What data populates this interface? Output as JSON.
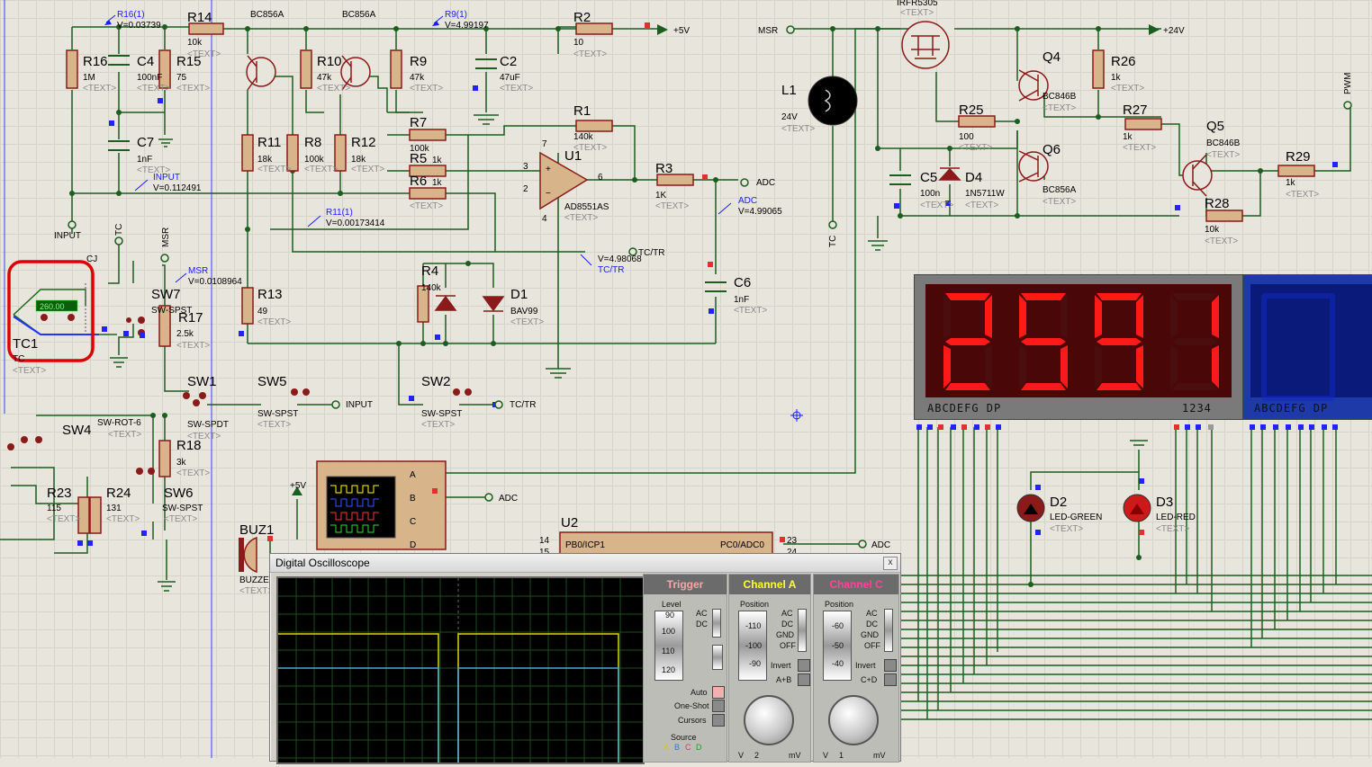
{
  "components": {
    "R16": {
      "ref": "R16",
      "value": "1M"
    },
    "C4": {
      "ref": "C4",
      "value": "100nF"
    },
    "R15": {
      "ref": "R15",
      "value": "75"
    },
    "R14": {
      "ref": "R14",
      "value": "10k"
    },
    "C7": {
      "ref": "C7",
      "value": "1nF"
    },
    "R11": {
      "ref": "R11",
      "value": "18k"
    },
    "R8": {
      "ref": "R8",
      "value": "100k"
    },
    "R10": {
      "ref": "R10",
      "value": "47k"
    },
    "R12": {
      "ref": "R12",
      "value": "18k"
    },
    "R9": {
      "ref": "R9",
      "value": "47k"
    },
    "C2": {
      "ref": "C2",
      "value": "47uF"
    },
    "R2": {
      "ref": "R2",
      "value": "10"
    },
    "R7": {
      "ref": "R7",
      "value": "100k"
    },
    "R5": {
      "ref": "R5",
      "value": "1k"
    },
    "R6": {
      "ref": "R6",
      "value": "1k"
    },
    "R1": {
      "ref": "R1",
      "value": "140k"
    },
    "U1": {
      "ref": "U1",
      "value": "AD8551AS"
    },
    "R3": {
      "ref": "R3",
      "value": "1K"
    },
    "C6": {
      "ref": "C6",
      "value": "1nF"
    },
    "R4": {
      "ref": "R4",
      "value": "140k"
    },
    "D1": {
      "ref": "D1",
      "value": "BAV99"
    },
    "R13": {
      "ref": "R13",
      "value": "49"
    },
    "R17": {
      "ref": "R17",
      "value": "2.5k"
    },
    "SW7": {
      "ref": "SW7",
      "value": "SW-SPST"
    },
    "SW1": {
      "ref": "SW1",
      "value": "SW-SPDT"
    },
    "SW5": {
      "ref": "SW5",
      "value": "SW-SPST"
    },
    "SW2": {
      "ref": "SW2",
      "value": "SW-SPST"
    },
    "SW4": {
      "ref": "SW4",
      "value": "SW-ROT-6"
    },
    "R18": {
      "ref": "R18",
      "value": "3k"
    },
    "SW6": {
      "ref": "SW6",
      "value": "SW-SPST"
    },
    "R23": {
      "ref": "R23",
      "value": "115"
    },
    "R24": {
      "ref": "R24",
      "value": "131"
    },
    "BUZ1": {
      "ref": "BUZ1",
      "value": "BUZZE"
    },
    "U2": {
      "ref": "U2",
      "value": ""
    },
    "L1": {
      "ref": "L1",
      "value": "24V"
    },
    "C5": {
      "ref": "C5",
      "value": "100n"
    },
    "D4": {
      "ref": "D4",
      "value": "1N5711W"
    },
    "R25": {
      "ref": "R25",
      "value": "100"
    },
    "Q4": {
      "ref": "Q4",
      "value": "BC846B"
    },
    "Q6": {
      "ref": "Q6",
      "value": "BC856A"
    },
    "R26": {
      "ref": "R26",
      "value": "1k"
    },
    "R27": {
      "ref": "R27",
      "value": "1k"
    },
    "Q5": {
      "ref": "Q5",
      "value": "BC846B"
    },
    "R29": {
      "ref": "R29",
      "value": "1k"
    },
    "R28": {
      "ref": "R28",
      "value": "10k"
    },
    "D2": {
      "ref": "D2",
      "value": "LED-GREEN"
    },
    "D3": {
      "ref": "D3",
      "value": "LED-RED"
    },
    "TC1": {
      "ref": "TC1",
      "value": "TC"
    },
    "Q1": {
      "value": "BC856A"
    },
    "Q2": {
      "value": "BC856A"
    },
    "Q3": {
      "value": "IRFR5305"
    }
  },
  "text_placeholder": "<TEXT>",
  "probes": {
    "r16": {
      "name": "R16(1)",
      "value": "V=0.03739"
    },
    "r9": {
      "name": "R9(1)",
      "value": "V=4.99197"
    },
    "input": {
      "name": "INPUT",
      "value": "V=0.112491"
    },
    "r11": {
      "name": "R11(1)",
      "value": "V=0.00173414"
    },
    "msr": {
      "name": "MSR",
      "value": "V=0.0108964"
    },
    "tctr": {
      "name": "TC/TR",
      "value": "V=4.98068"
    },
    "adc": {
      "name": "ADC",
      "value": "V=4.99065"
    }
  },
  "nets": {
    "p5v": "+5V",
    "p24v": "+24V",
    "msr": "MSR",
    "adc": "ADC",
    "input": "INPUT",
    "tc": "TC",
    "tctr": "TC/TR",
    "pwm": "PWM",
    "cj": "CJ",
    "u2_pin14": "14",
    "u2_pin15": "15",
    "u2_pin23": "23",
    "u2_pin24": "24",
    "u2_pb0": "PB0/ICP1",
    "u2_pc0": "PC0/ADC0"
  },
  "opamp_pins": {
    "p3": "3",
    "p2": "2",
    "p6": "6",
    "p7": "7",
    "p4": "4"
  },
  "scope_inputs": {
    "a": "A",
    "b": "B",
    "c": "C",
    "d": "D"
  },
  "thermocouple": {
    "display": "260.00"
  },
  "display_red": {
    "digits": [
      "2",
      "5",
      "9",
      "1"
    ],
    "segment_label": "ABCDEFG  DP",
    "digit_label": "1234",
    "color_on": "#ff1a1a",
    "color_off": "#4a0e0e"
  },
  "display_blue": {
    "segment_label": "ABCDEFG  DP",
    "color_on": "#2233ff"
  },
  "oscilloscope": {
    "title": "Digital Oscilloscope",
    "close": "x",
    "trigger": {
      "title": "Trigger",
      "level_label": "Level",
      "level_ticks": [
        "90",
        "100",
        "110",
        "120"
      ],
      "ac": "AC",
      "dc": "DC",
      "auto": "Auto",
      "oneshot": "One-Shot",
      "cursors": "Cursors",
      "source_label": "Source",
      "sources": [
        "A",
        "B",
        "C",
        "D"
      ]
    },
    "channel_a": {
      "title": "Channel A",
      "position_label": "Position",
      "position_ticks": [
        "-110",
        "-100",
        "-90"
      ],
      "ac": "AC",
      "dc": "DC",
      "gnd": "GND",
      "off": "OFF",
      "invert": "Invert",
      "mix": "A+B",
      "scale_value": "2",
      "scale_unit_v": "V",
      "scale_unit_mv": "mV",
      "color": "#ffff00"
    },
    "channel_c": {
      "title": "Channel C",
      "position_label": "Position",
      "position_ticks": [
        "-60",
        "-50",
        "-40"
      ],
      "ac": "AC",
      "dc": "DC",
      "gnd": "GND",
      "off": "OFF",
      "invert": "Invert",
      "mix": "C+D",
      "scale_value": "1",
      "scale_unit_v": "V",
      "scale_unit_mv": "mV",
      "color": "#ff4499"
    }
  }
}
